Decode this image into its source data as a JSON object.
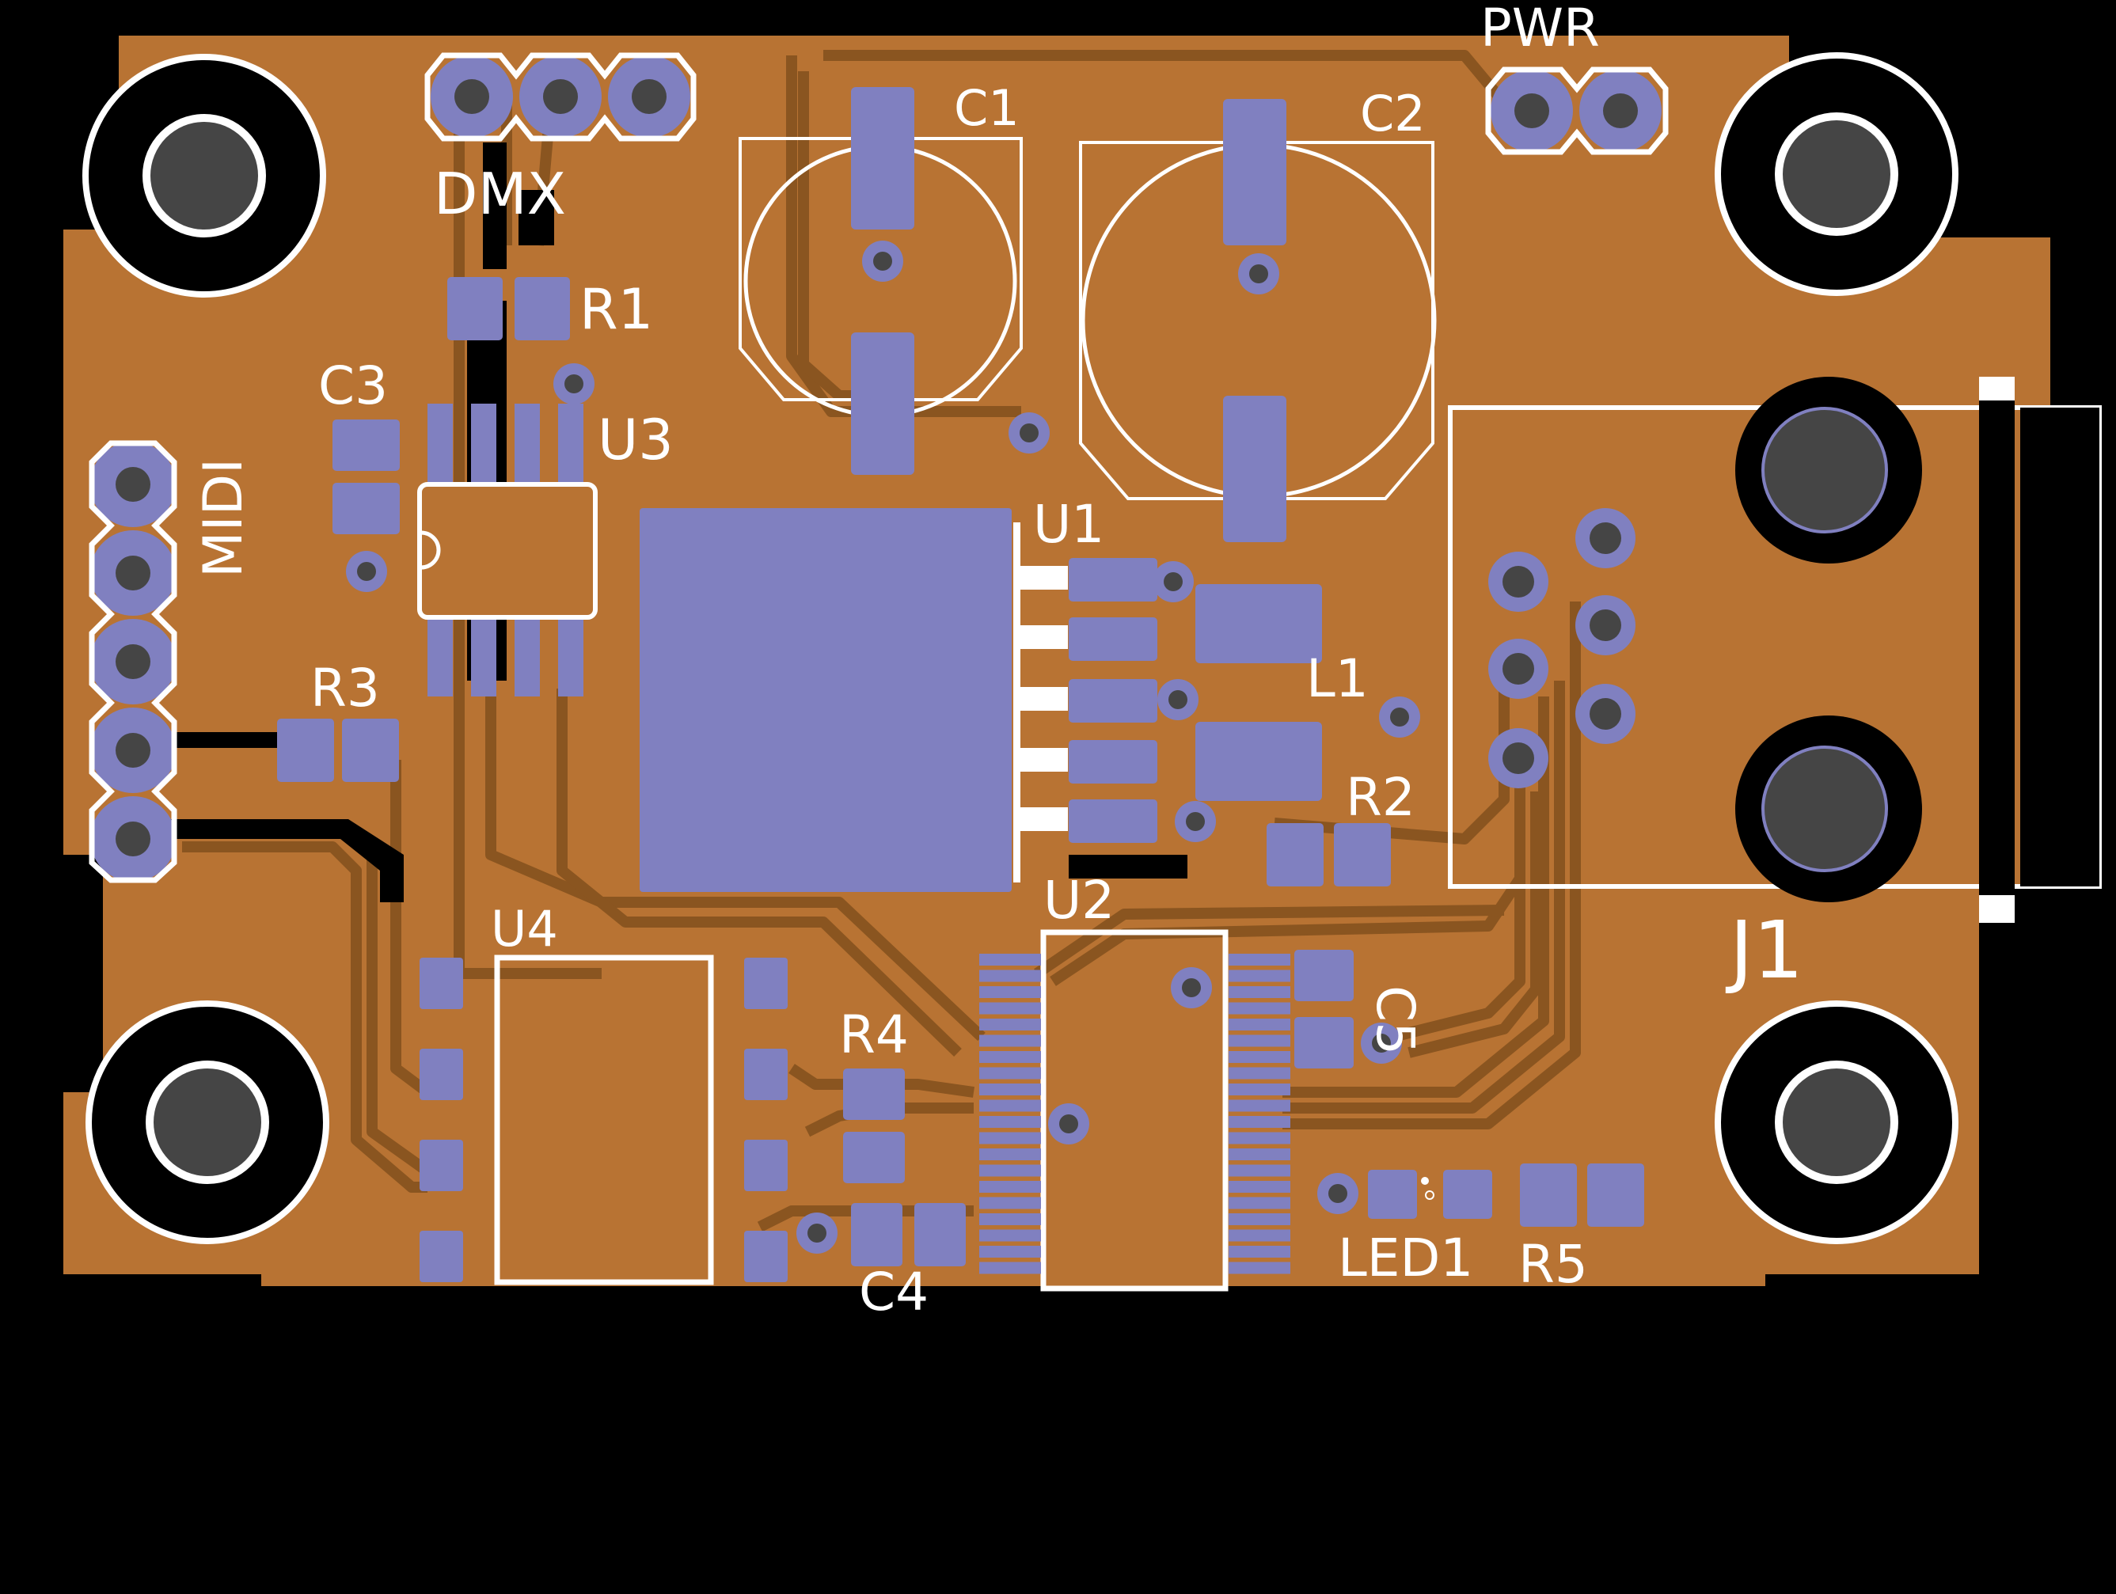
{
  "colors": {
    "background": "#000000",
    "copper": "#B87333",
    "copper_trace": "#8A5520",
    "pad": "#8080C0",
    "silkscreen": "#FFFFFF",
    "hole": "#454545"
  },
  "labels": {
    "dmx": "DMX",
    "pwr": "PWR",
    "c1": "C1",
    "c2": "C2",
    "c3": "C3",
    "c4": "C4",
    "c5": "C5",
    "r1": "R1",
    "r2": "R2",
    "r3": "R3",
    "r4": "R4",
    "r5": "R5",
    "u1": "U1",
    "u2": "U2",
    "u3": "U3",
    "u4": "U4",
    "l1": "L1",
    "j1": "J1",
    "midi": "MIDI",
    "led1": "LED1"
  }
}
